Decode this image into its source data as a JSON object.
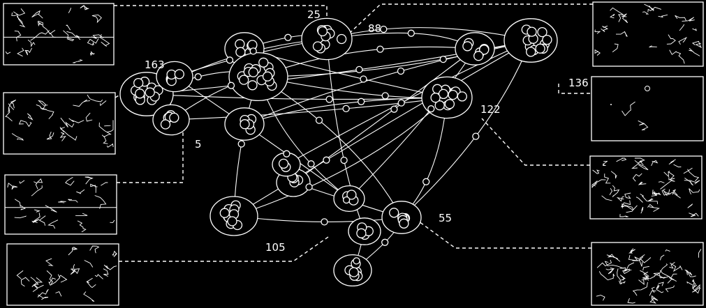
{
  "diagram": {
    "background": "#000000",
    "stroke": "#ffffff",
    "cluster_labels": [
      {
        "id": "25",
        "text": "25"
      },
      {
        "id": "88",
        "text": "88"
      },
      {
        "id": "163",
        "text": "163"
      },
      {
        "id": "136",
        "text": "136"
      },
      {
        "id": "122",
        "text": "122"
      },
      {
        "id": "5",
        "text": "5"
      },
      {
        "id": "55",
        "text": "55"
      },
      {
        "id": "105",
        "text": "105"
      }
    ],
    "thumbnails": [
      {
        "id": "thumb-top-left",
        "content": "edge-sketch"
      },
      {
        "id": "thumb-mid-left",
        "content": "edge-sketch"
      },
      {
        "id": "thumb-lower-left",
        "content": "edge-sketch"
      },
      {
        "id": "thumb-bottom-left",
        "content": "edge-sketch"
      },
      {
        "id": "thumb-top-right",
        "content": "edge-sketch"
      },
      {
        "id": "thumb-mid-right",
        "content": "edge-sketch"
      },
      {
        "id": "thumb-lower-right",
        "content": "edge-sketch"
      },
      {
        "id": "thumb-bottom-right",
        "content": "edge-sketch"
      }
    ]
  }
}
